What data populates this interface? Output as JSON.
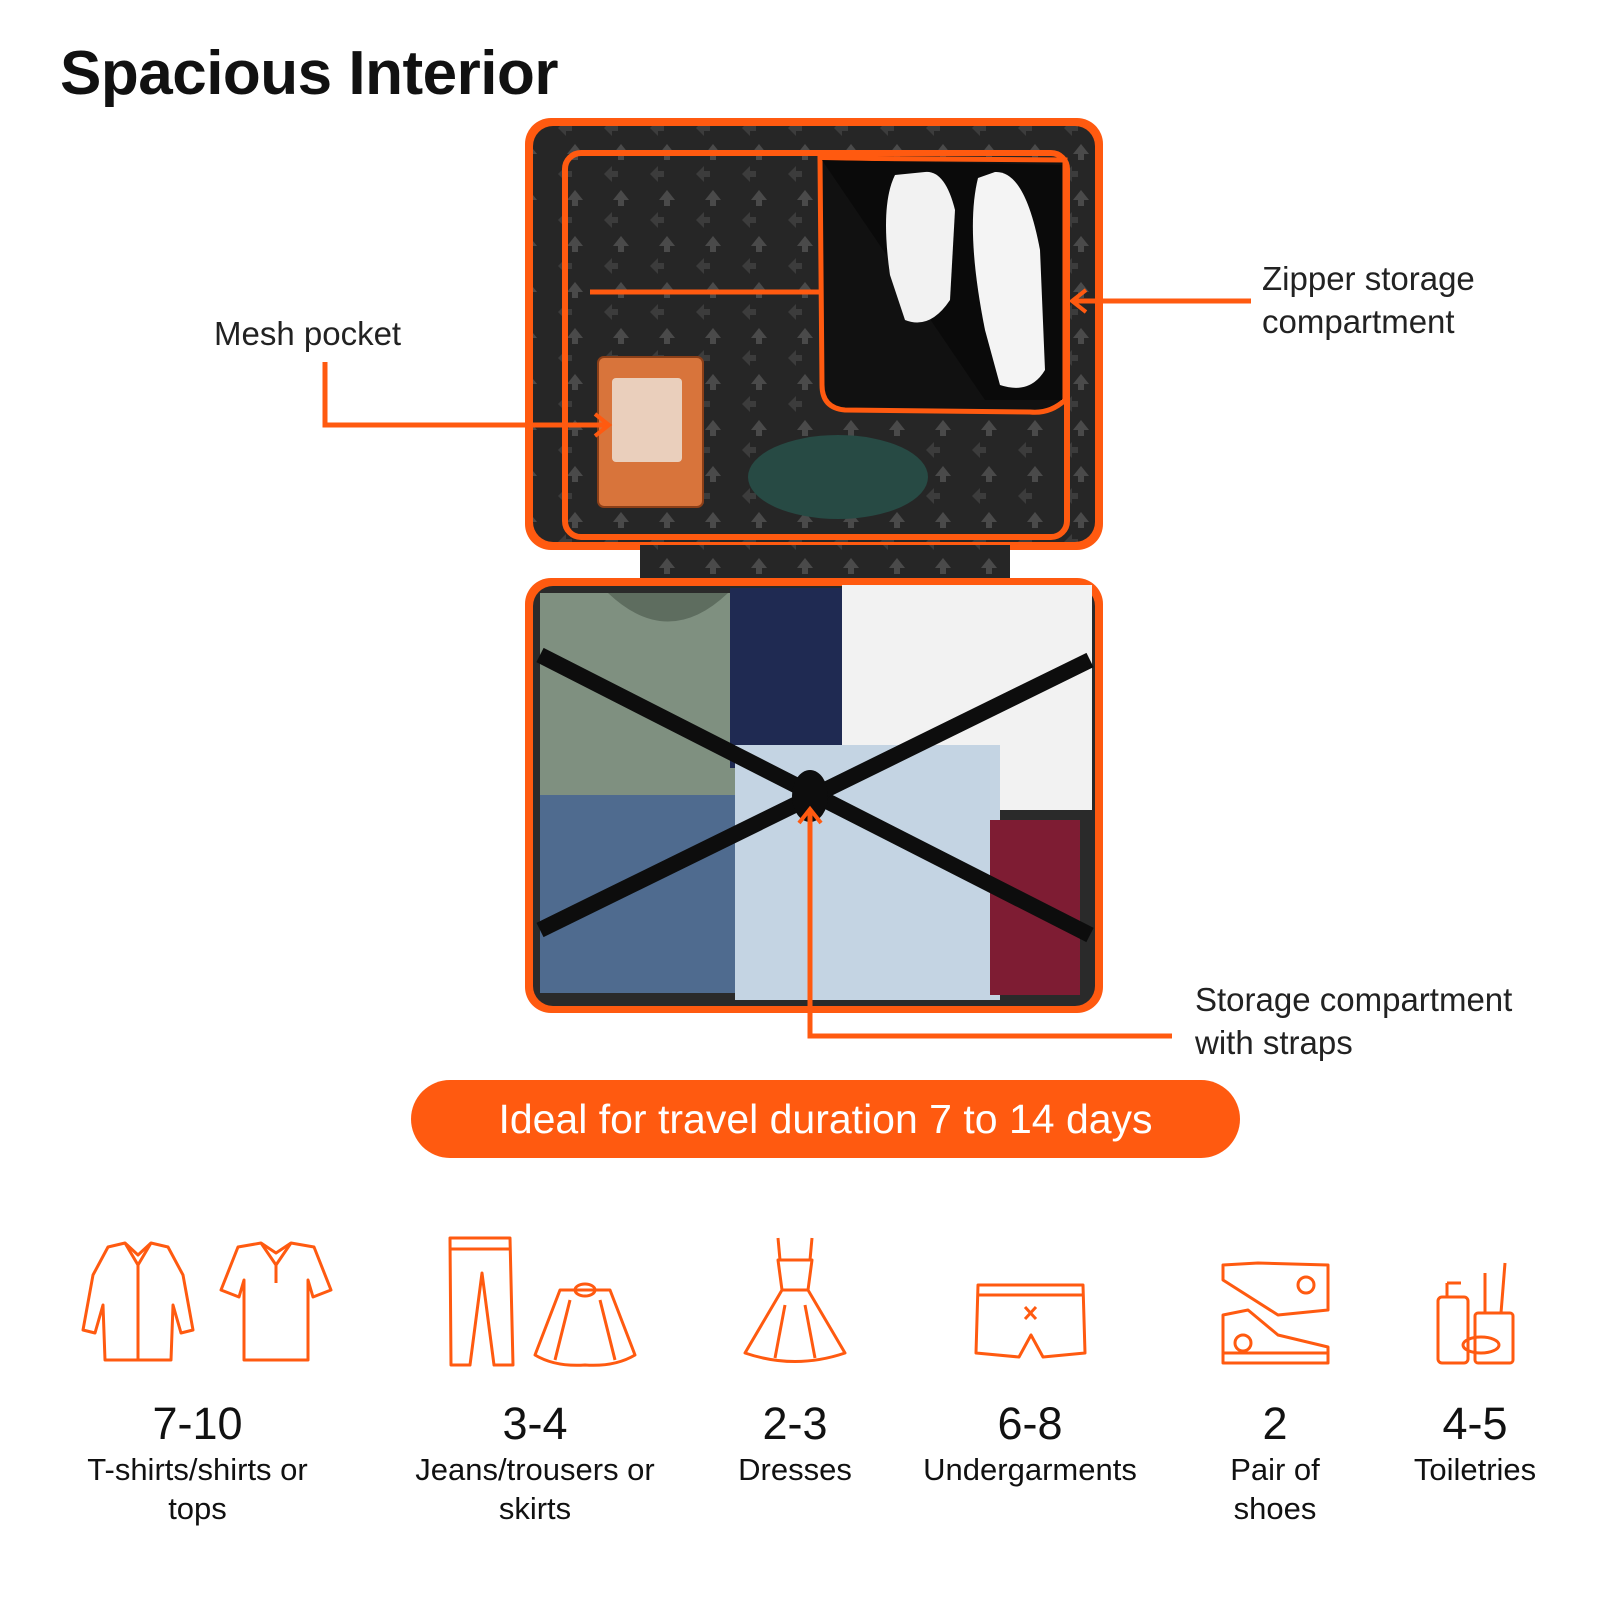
{
  "title": "Spacious Interior",
  "callouts": {
    "mesh_pocket": {
      "line1": "Mesh pocket"
    },
    "zipper": {
      "line1": "Zipper storage",
      "line2": "compartment"
    },
    "straps": {
      "line1": "Storage compartment",
      "line2": "with straps"
    }
  },
  "banner": "Ideal for travel duration 7 to 14 days",
  "colors": {
    "accent": "#ff5a10",
    "case_lining": "#2b2b2b",
    "text": "#111111"
  },
  "capacity": [
    {
      "count": "7-10",
      "label_line1": "T-shirts/shirts or",
      "label_line2": "tops",
      "icons": [
        "shirt-icon",
        "polo-shirt-icon"
      ]
    },
    {
      "count": "3-4",
      "label_line1": "Jeans/trousers or",
      "label_line2": "skirts",
      "icons": [
        "trousers-icon",
        "skirt-icon"
      ]
    },
    {
      "count": "2-3",
      "label_line1": "Dresses",
      "icons": [
        "dress-icon"
      ]
    },
    {
      "count": "6-8",
      "label_line1": "Undergarments",
      "icons": [
        "shorts-icon"
      ]
    },
    {
      "count": "2",
      "label_line1": "Pair of",
      "label_line2": "shoes",
      "icons": [
        "sneakers-icon"
      ]
    },
    {
      "count": "4-5",
      "label_line1": "Toiletries",
      "icons": [
        "toiletries-icon"
      ]
    }
  ]
}
